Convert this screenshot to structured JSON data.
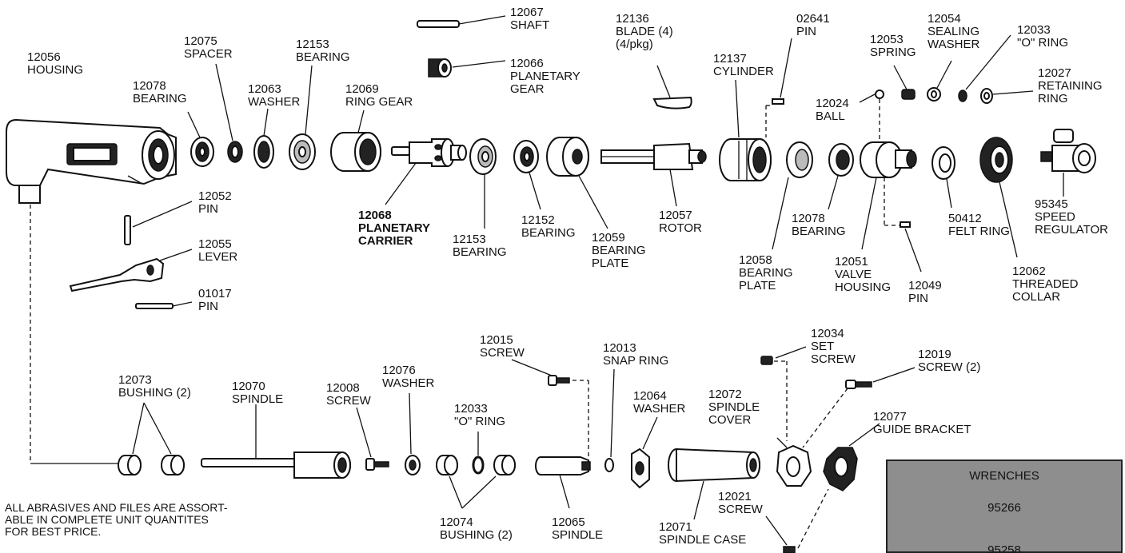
{
  "labels": {
    "l12056": [
      "12056",
      "HOUSING"
    ],
    "l12078a": [
      "12078",
      "BEARING"
    ],
    "l12075": [
      "12075",
      "SPACER"
    ],
    "l12063": [
      "12063",
      "WASHER"
    ],
    "l12153a": [
      "12153",
      "BEARING"
    ],
    "l12069": [
      "12069",
      "RING GEAR"
    ],
    "l12067": [
      "12067",
      "SHAFT"
    ],
    "l12066": [
      "12066",
      "PLANETARY",
      "GEAR"
    ],
    "l12136": [
      "12136",
      "BLADE (4)",
      "(4/pkg)"
    ],
    "l12137": [
      "12137",
      "CYLINDER"
    ],
    "l02641": [
      "02641",
      "PIN"
    ],
    "l12053": [
      "12053",
      "SPRING"
    ],
    "l12054": [
      "12054",
      "SEALING",
      "WASHER"
    ],
    "l12033a": [
      "12033",
      "\"O\" RING"
    ],
    "l12027": [
      "12027",
      "RETAINING",
      "RING"
    ],
    "l12024": [
      "12024",
      "BALL"
    ],
    "l12052": [
      "12052",
      "PIN"
    ],
    "l12055": [
      "12055",
      "LEVER"
    ],
    "l01017": [
      "01017",
      "PIN"
    ],
    "l12068": [
      "12068",
      "PLANETARY",
      "CARRIER"
    ],
    "l12153b": [
      "12153",
      "BEARING"
    ],
    "l12152": [
      "12152",
      "BEARING"
    ],
    "l12059": [
      "12059",
      "BEARING",
      "PLATE"
    ],
    "l12057": [
      "12057",
      "ROTOR"
    ],
    "l12058": [
      "12058",
      "BEARING",
      "PLATE"
    ],
    "l12078b": [
      "12078",
      "BEARING"
    ],
    "l12051": [
      "12051",
      "VALVE",
      "HOUSING"
    ],
    "l12049": [
      "12049",
      "PIN"
    ],
    "l50412": [
      "50412",
      "FELT RING"
    ],
    "l12062": [
      "12062",
      "THREADED",
      "COLLAR"
    ],
    "l95345": [
      "95345",
      "SPEED",
      "REGULATOR"
    ],
    "l12073": [
      "12073",
      "BUSHING (2)"
    ],
    "l12070": [
      "12070",
      "SPINDLE"
    ],
    "l12008": [
      "12008",
      "SCREW"
    ],
    "l12076": [
      "12076",
      "WASHER"
    ],
    "l12015": [
      "12015",
      "SCREW"
    ],
    "l12033b": [
      "12033",
      "\"O\" RING"
    ],
    "l12013": [
      "12013",
      "SNAP RING"
    ],
    "l12064": [
      "12064",
      "WASHER"
    ],
    "l12034": [
      "12034",
      "SET",
      "SCREW"
    ],
    "l12072": [
      "12072",
      "SPINDLE",
      "COVER"
    ],
    "l12019": [
      "12019",
      "SCREW (2)"
    ],
    "l12077": [
      "12077",
      "GUIDE BRACKET"
    ],
    "l12074": [
      "12074",
      "BUSHING (2)"
    ],
    "l12065": [
      "12065",
      "SPINDLE"
    ],
    "l12071": [
      "12071",
      "SPINDLE CASE"
    ],
    "l12021": [
      "12021",
      "SCREW"
    ]
  },
  "note": [
    "ALL ABRASIVES AND FILES ARE ASSORT-",
    "ABLE IN COMPLETE UNIT QUANTITES",
    "FOR BEST PRICE."
  ],
  "wrenches": {
    "title": "WRENCHES",
    "first": "95266",
    "second": "95258"
  },
  "colors": {
    "ink": "#111111",
    "paper": "#ffffff",
    "wrench_box": "#8e8e8e"
  }
}
